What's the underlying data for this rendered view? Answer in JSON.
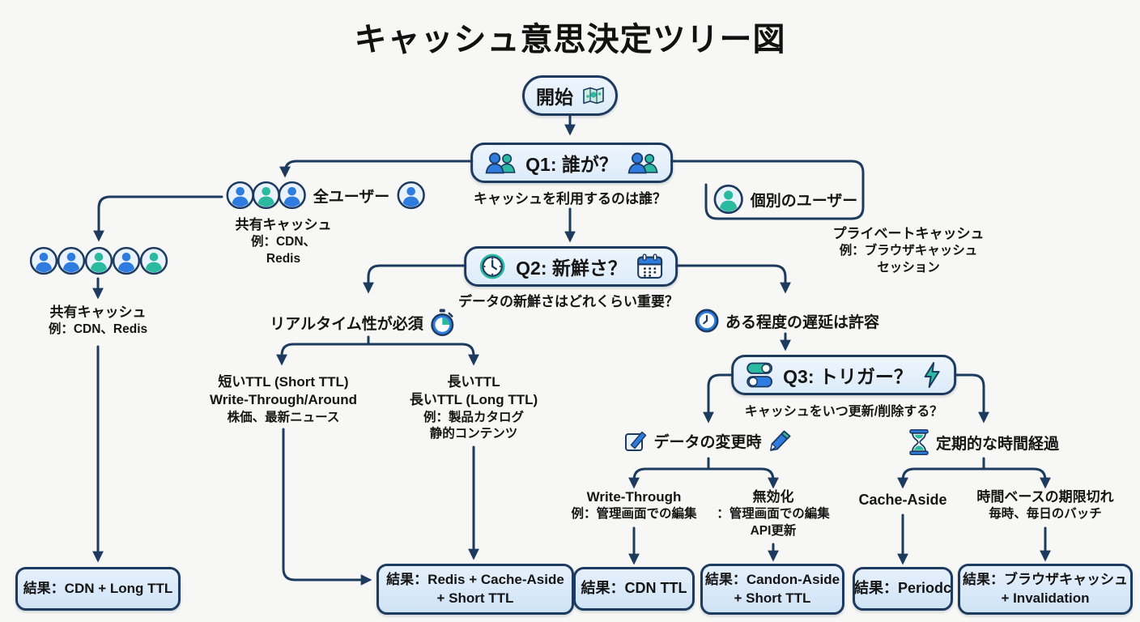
{
  "title": "キャッシュ意思決定ツリー図",
  "colors": {
    "line": "#1d3a5f",
    "blue": "#2e7ce0",
    "teal": "#2bb9a0",
    "question_box_fill": "#e8f1fb",
    "result_box_fill": "#d7e8f7",
    "background": "#f7f8f5",
    "text": "#151515"
  },
  "icons": {
    "start": "map-icon",
    "q1": "users-icon",
    "q2_left": "clock-teal-icon",
    "q2_right": "calendar-icon",
    "q3_left": "toggles-icon",
    "q3_right": "lightning-icon",
    "realtime": "stopwatch-icon",
    "delay_ok": "clock-blue-icon",
    "data_change_left": "pencil-square-icon",
    "data_change_right": "pencil-icon",
    "periodic": "hourglass-icon",
    "users": "user-circle-icon"
  },
  "nodes": {
    "start": {
      "label": "開始"
    },
    "q1": {
      "label": "Q1: 誰が？",
      "subtitle": "キャッシュを利用するのは誰？"
    },
    "all_users": {
      "label": "全ユーザー",
      "note1": "共有キャッシュ",
      "note2": "例：CDN、",
      "note3": "Redis"
    },
    "individual_user": {
      "label": "個別のユーザー",
      "note1": "プライベートキャッシュ",
      "note2": "例：ブラウザキャッシュ",
      "note3": "セッション"
    },
    "shared_cache": {
      "line1": "共有キャッシュ",
      "line2": "例：CDN、Redis"
    },
    "q2": {
      "label": "Q2: 新鮮さ？",
      "subtitle": "データの新鮮さはどれくらい重要？"
    },
    "realtime": {
      "label": "リアルタイム性が必須"
    },
    "delay_ok": {
      "label": "ある程度の遅延は許容"
    },
    "short_ttl": {
      "line1": "短いTTL (Short TTL)",
      "line2": "Write-Through/Around",
      "line3": "株価、最新ニュース"
    },
    "long_ttl": {
      "line1": "長いTTL",
      "line2": "長いTTL (Long TTL)",
      "line3": "例：製品カタログ",
      "line4": "静的コンテンツ"
    },
    "q3": {
      "label": "Q3: トリガー？",
      "subtitle": "キャッシュをいつ更新/削除する？"
    },
    "data_change": {
      "label": "データの変更時"
    },
    "periodic": {
      "label": "定期的な時間経過"
    },
    "write_through": {
      "line1": "Write-Through",
      "line2": "例：管理画面での編集"
    },
    "invalidation": {
      "line1": "無効化",
      "line2": "：管理画面での編集",
      "line3": "API更新"
    },
    "cache_aside": {
      "label": "Cache-Aside"
    },
    "time_based": {
      "line1": "時間ベースの期限切れ",
      "line2": "毎時、毎日のバッチ"
    },
    "results": {
      "r1": {
        "line1": "結果：CDN + Long TTL"
      },
      "r2": {
        "line1": "結果：Redis + Cache-Aside",
        "line2": "+ Short TTL"
      },
      "r3": {
        "line1": "結果：CDN TTL"
      },
      "r4": {
        "line1": "結果：Candon-Aside",
        "line2": "+ Short TTL"
      },
      "r5": {
        "line1": "結果：Periodc"
      },
      "r6": {
        "line1": "結果：ブラウザキャッシュ",
        "line2": "+ Invalidation"
      }
    }
  }
}
